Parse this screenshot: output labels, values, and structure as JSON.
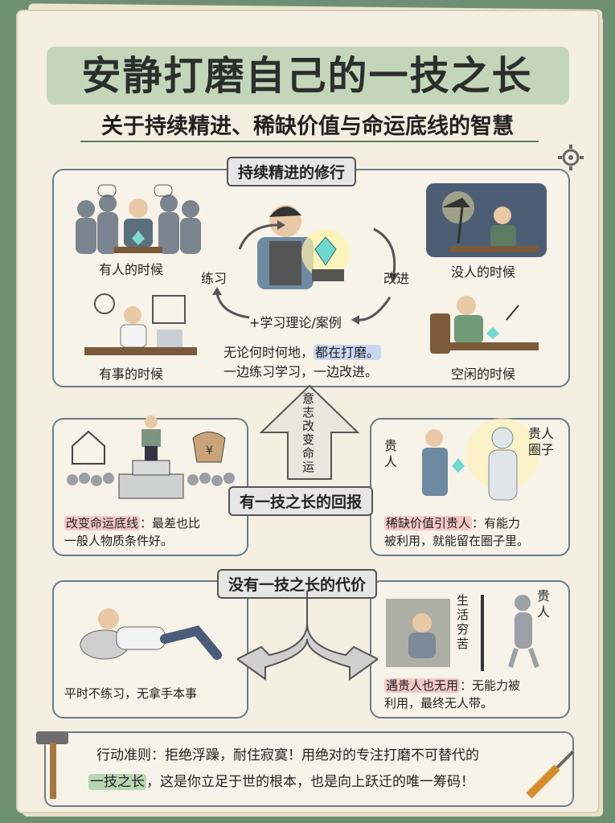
{
  "header": {
    "title": "安静打磨自己的一技之长",
    "subtitle": "关于持续精进、稀缺价值与命运底线的智慧"
  },
  "section1": {
    "label": "持续精进的修行",
    "cycle": {
      "left": "练习",
      "right": "改进",
      "bottom": "+学习理论/案例"
    },
    "scenes": {
      "top_left": "有人的时候",
      "top_right": "没人的时候",
      "bottom_left": "有事的时候",
      "bottom_right": "空闲的时候"
    },
    "text_line1_a": "无论何时何地，",
    "text_line1_b": "都在打磨。",
    "text_line2": "一边练习学习，一边改进。"
  },
  "middle": {
    "arrow_text": "意志改变命运",
    "label": "有一技之长的回报",
    "left_card_hl": "改变命运底线",
    "left_card_rest": "：最差也比",
    "left_card_line2": "一般人物质条件好。",
    "right_card_hl": "稀缺价值引贵人",
    "right_card_rest": "：有能力",
    "right_card_line2": "被利用，就能留在圈子里。",
    "guiren": "贵人",
    "guiren_circle": "贵人圈子"
  },
  "section3": {
    "label": "没有一技之长的代价",
    "left_caption": "平时不练习，无拿手本事",
    "right_hl": "遇贵人也无用",
    "right_rest": "：无能力被",
    "right_line2": "利用，最终无人带。",
    "hard_life": "生活穷苦",
    "guiren": "贵人"
  },
  "footer": {
    "line1_a": "行动准则：拒绝浮躁，耐住寂寞！用绝对的专注打磨不可替代的",
    "line2_hl": "一技之长",
    "line2_rest": "，这是你立足于世的根本，也是向上跃迁的唯一筹码！"
  },
  "colors": {
    "background": "#6f8f72",
    "paper": "#f4efe1",
    "title_band": "#a9c7a4",
    "panel_border": "#6b7c8a"
  }
}
